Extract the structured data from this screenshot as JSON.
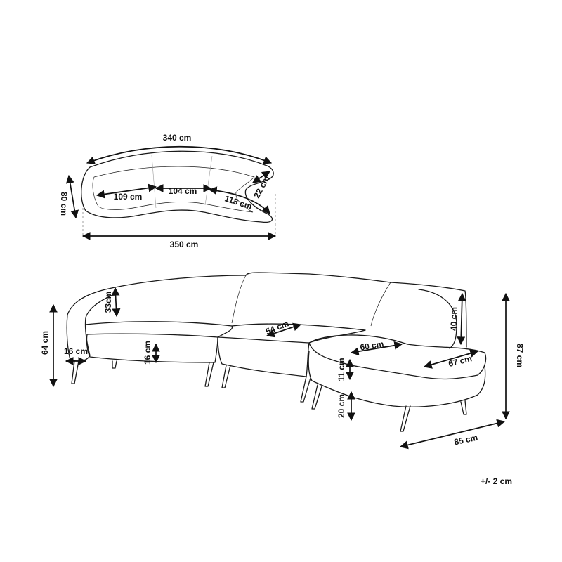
{
  "top_view": {
    "outer_arc": "340 cm",
    "depth": "80 cm",
    "arm_width": "22 cm",
    "seg_left": "109 cm",
    "seg_mid": "104 cm",
    "seg_right": "118 cm",
    "total_width": "350 cm"
  },
  "front_view": {
    "back_height": "33cm",
    "seat_height": "64 cm",
    "leg_offset": "16 cm",
    "cushion_height": "16 cm",
    "seat_depth_mid": "54 cm",
    "seat_depth": "60 cm",
    "arm_height": "40 cm",
    "chaise_width": "67 cm",
    "chaise_cushion": "11 cm",
    "leg_height": "20 cm",
    "total_height": "87 cm",
    "total_depth": "85 cm"
  },
  "tolerance": "+/- 2 cm"
}
